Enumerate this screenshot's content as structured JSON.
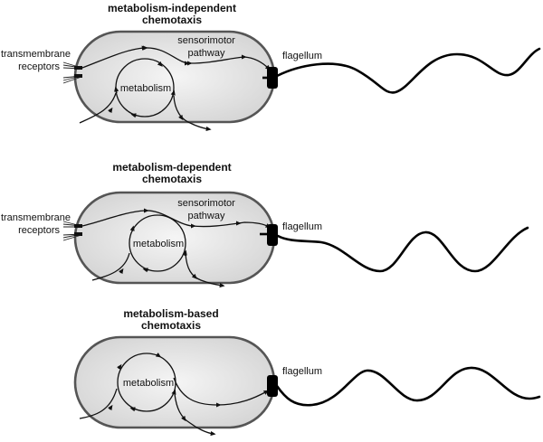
{
  "panels": [
    {
      "id": "independent",
      "title_line1": "metabolism-independent",
      "title_line2": "chemotaxis",
      "receptors_line1": "transmembrane",
      "receptors_line2": "receptors",
      "pathway_line1": "sensorimotor",
      "pathway_line2": "pathway",
      "metabolism": "metabolism",
      "flagellum": "flagellum"
    },
    {
      "id": "dependent",
      "title_line1": "metabolism-dependent",
      "title_line2": "chemotaxis",
      "receptors_line1": "transmembrane",
      "receptors_line2": "receptors",
      "pathway_line1": "sensorimotor",
      "pathway_line2": "pathway",
      "metabolism": "metabolism",
      "flagellum": "flagellum"
    },
    {
      "id": "based",
      "title_line1": "metabolism-based",
      "title_line2": "chemotaxis",
      "metabolism": "metabolism",
      "flagellum": "flagellum"
    }
  ],
  "colors": {
    "cell_fill_center": "#f4f4f4",
    "cell_fill_edge": "#d6d6d6",
    "cell_outline": "#555555",
    "lines": "#111111"
  }
}
